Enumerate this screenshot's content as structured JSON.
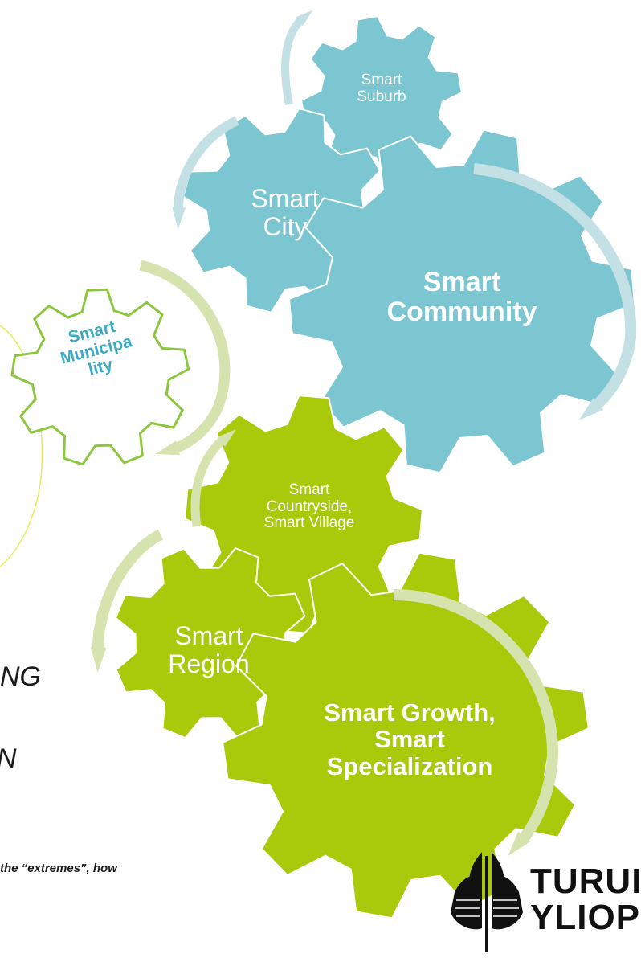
{
  "colors": {
    "teal": "#7bc6d0",
    "teal_arrow": "#c3e0e4",
    "green": "#a9c90b",
    "green_arrow": "#d5e4ae",
    "green_outline": "#8cc63f",
    "municipality_text": "#3aaac0",
    "yellow_outline": "#e5ee5a"
  },
  "gears": {
    "suburb": {
      "label": "Smart\nSuburb"
    },
    "city": {
      "label": "Smart\nCity"
    },
    "community": {
      "label": "Smart\nCommunity"
    },
    "municipality": {
      "label": "Smart\nMunicipa\nlity"
    },
    "countryside": {
      "label": "Smart\nCountryside,\nSmart Village"
    },
    "region": {
      "label": "Smart\nRegion"
    },
    "growth": {
      "label": "Smart Growth,\nSmart\nSpecialization"
    }
  },
  "side_text": {
    "line1": "NG",
    "line2": "N",
    "footnote": "the “extremes”, how"
  },
  "logo": {
    "icon": "university-torch-emblem-icon",
    "line1": "TURUI",
    "line2": "YLIOP"
  }
}
